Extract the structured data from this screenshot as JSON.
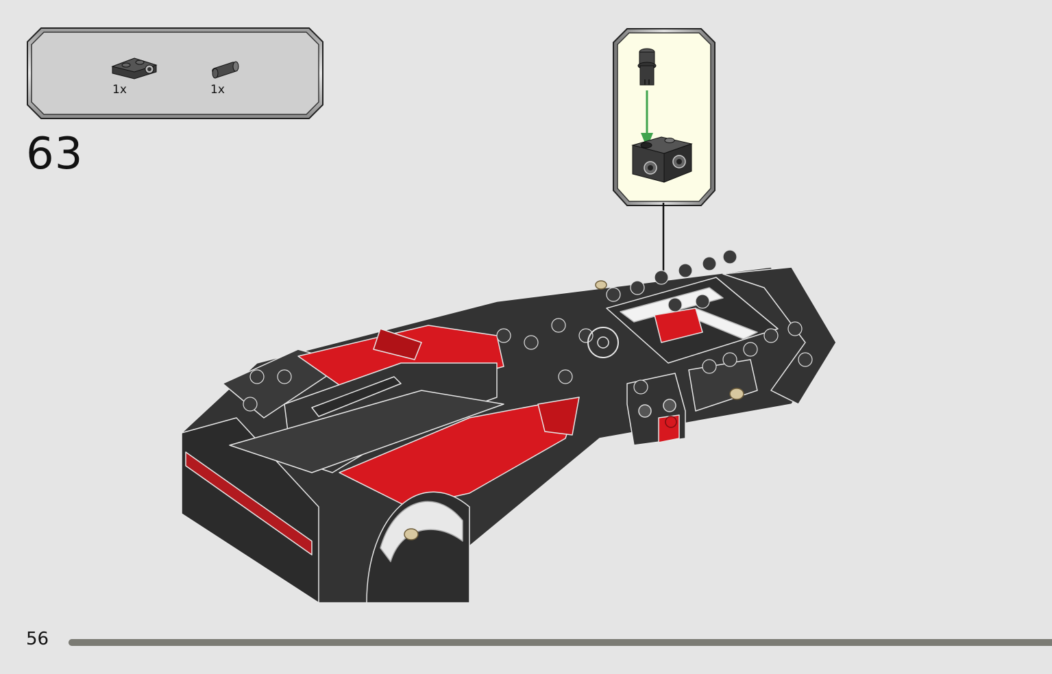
{
  "step": {
    "number": "63"
  },
  "parts_list": {
    "items": [
      {
        "name": "plate-1x2-with-pin-hole-icon",
        "quantity": "1x",
        "color": "#3c3c3c"
      },
      {
        "name": "technic-pin-icon",
        "quantity": "1x",
        "color": "#4a4a4a"
      }
    ]
  },
  "callout": {
    "background": "#fdfde6",
    "arrow_color": "#3fa34d"
  },
  "page": {
    "number": "56"
  },
  "progress": {
    "fraction": 1.0
  },
  "colors": {
    "red": "#d7181f",
    "dark": "#333333",
    "background": "#e5e5e5"
  }
}
